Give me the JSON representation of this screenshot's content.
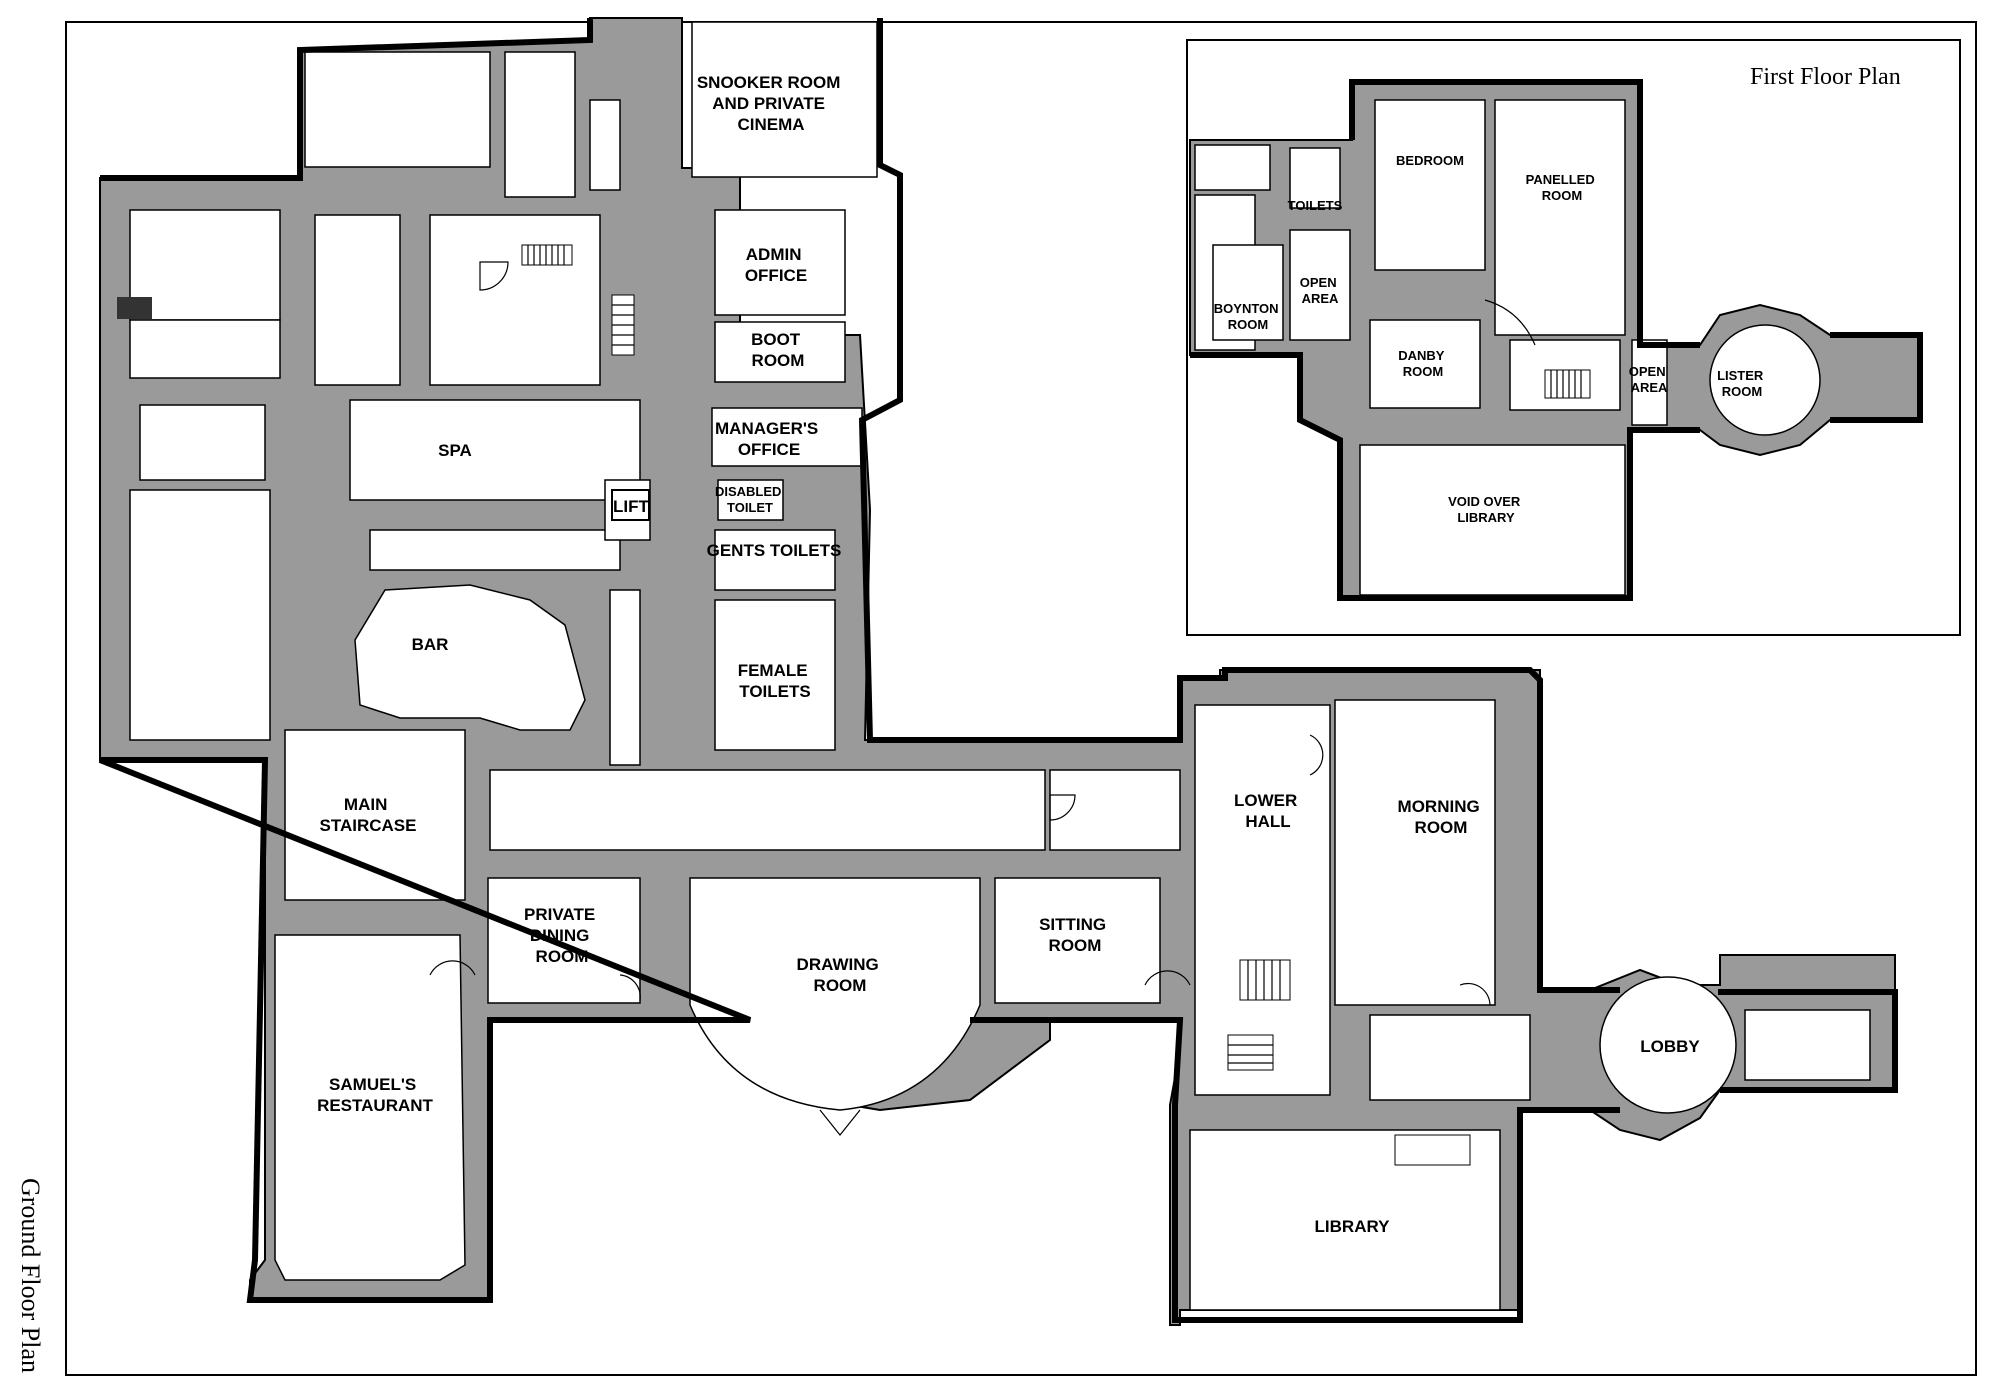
{
  "ground_floor": {
    "title": "Ground Floor Plan",
    "rooms": {
      "snooker": [
        "SNOOKER ROOM",
        "AND PRIVATE",
        "CINEMA"
      ],
      "admin": [
        "ADMIN",
        "OFFICE"
      ],
      "boot": [
        "BOOT",
        "ROOM"
      ],
      "manager": [
        "MANAGER'S",
        "OFFICE"
      ],
      "disabled_toilet": [
        "DISABLED",
        "TOILET"
      ],
      "gents": "GENTS TOILETS",
      "female": [
        "FEMALE",
        "TOILETS"
      ],
      "spa": "SPA",
      "lift": "LIFT",
      "bar": "BAR",
      "main_staircase": [
        "MAIN",
        "STAIRCASE"
      ],
      "samuels": [
        "SAMUEL'S",
        "RESTAURANT"
      ],
      "private_dining": [
        "PRIVATE",
        "DINING",
        "ROOM"
      ],
      "drawing": [
        "DRAWING",
        "ROOM"
      ],
      "sitting": [
        "SITTING",
        "ROOM"
      ],
      "lower_hall": [
        "LOWER",
        "HALL"
      ],
      "morning": [
        "MORNING",
        "ROOM"
      ],
      "library": "LIBRARY",
      "lobby": "LOBBY"
    }
  },
  "first_floor": {
    "title": "First Floor Plan",
    "rooms": {
      "toilets": "TOILETS",
      "bedroom": "BEDROOM",
      "panelled": [
        "PANELLED",
        "ROOM"
      ],
      "boynton": [
        "BOYNTON",
        "ROOM"
      ],
      "open_area_1": [
        "OPEN",
        "AREA"
      ],
      "danby": [
        "DANBY",
        "ROOM"
      ],
      "open_area_2": [
        "OPEN",
        "AREA"
      ],
      "lister": [
        "LISTER",
        "ROOM"
      ],
      "void_library": [
        "VOID OVER",
        "LIBRARY"
      ]
    }
  }
}
